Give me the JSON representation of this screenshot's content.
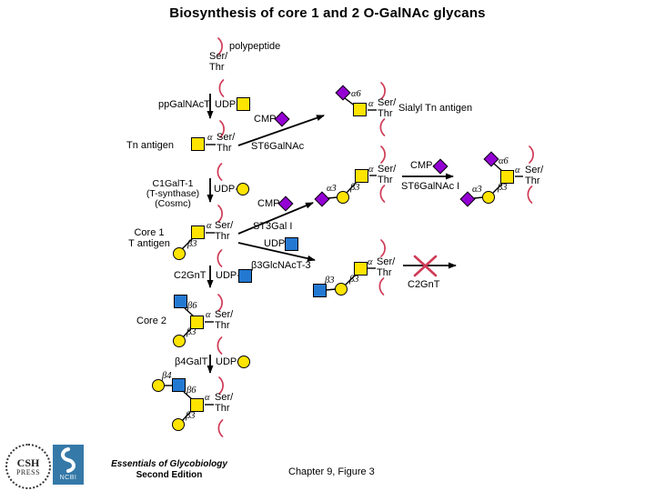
{
  "title": "Biosynthesis of core 1 and 2 O-GalNAc glycans",
  "residues": {
    "polypeptide": "polypeptide",
    "ser": "Ser/",
    "thr": "Thr"
  },
  "linkages": {
    "alpha": "α",
    "alpha3": "α3",
    "alpha6": "α6",
    "beta3": "β3",
    "beta4": "β4",
    "beta6": "β6"
  },
  "donors": {
    "udp": "UDP-",
    "cmp": "CMP-"
  },
  "enzymes": {
    "ppgalnact": "ppGalNAcT",
    "st6galnac": "ST6GalNAc",
    "c1galt1_line1": "C1GalT-1",
    "c1galt1_line2": "(T-synthase)",
    "c1galt1_line3": "(Cosmc)",
    "st3gal_i": "ST3Gal I",
    "st6galnac_i": "ST6GalNAc I",
    "b3glcnact3": "β3GlcNAcT-3",
    "c2gnt": "C2GnT",
    "b4galt": "β4GalT"
  },
  "antigens": {
    "tn": "Tn antigen",
    "sialyl_tn": "Sialyl Tn antigen",
    "core1_line1": "Core 1",
    "core1_line2": "T antigen",
    "core2": "Core 2"
  },
  "footer": {
    "csh_top": "CSH",
    "csh_bottom": "PRESS",
    "ncbi": "NCBI",
    "book_title": "Essentials of Glycobiology",
    "edition": "Second Edition",
    "caption": "Chapter 9, Figure  3"
  },
  "colors": {
    "galnac_yellow": "#ffe400",
    "glcnac_blue": "#2379d2",
    "sia_purple": "#9400d3",
    "backbone_red": "#cf3a55",
    "ncbi_blue": "#3579a8"
  }
}
